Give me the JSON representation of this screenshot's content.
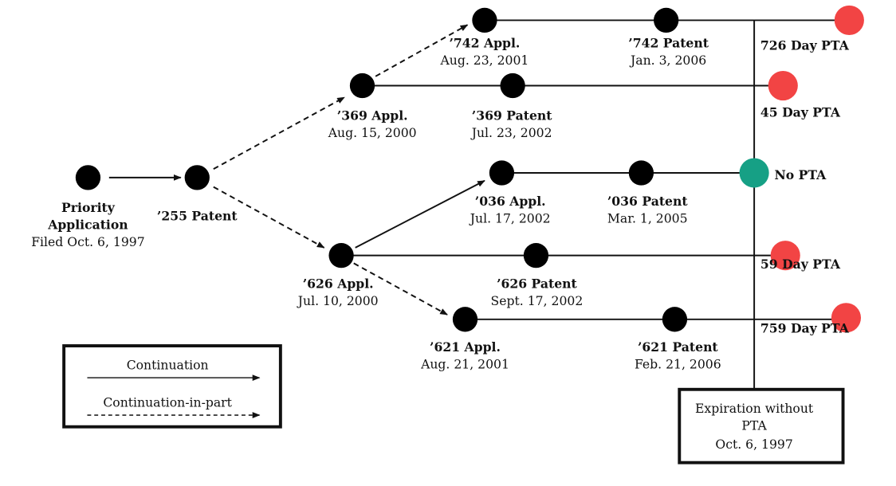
{
  "colors": {
    "node": "#000000",
    "pta": "#f24444",
    "no_pta": "#16a085"
  },
  "nodes": {
    "priority": {
      "title1": "Priority",
      "title2": "Application",
      "date": "Filed Oct. 6, 1997"
    },
    "p255": {
      "title": "’255 Patent"
    },
    "a369": {
      "title": "’369 Appl.",
      "date": "Aug. 15, 2000"
    },
    "a742": {
      "title": "’742 Appl.",
      "date": "Aug. 23, 2001"
    },
    "p742": {
      "title": "’742 Patent",
      "date": "Jan. 3, 2006"
    },
    "p369": {
      "title": "’369 Patent",
      "date": "Jul. 23, 2002"
    },
    "a036": {
      "title": "’036 Appl.",
      "date": "Jul. 17, 2002"
    },
    "p036": {
      "title": "’036 Patent",
      "date": "Mar. 1, 2005"
    },
    "a626": {
      "title": "’626 Appl.",
      "date": "Jul. 10, 2000"
    },
    "p626": {
      "title": "’626 Patent",
      "date": "Sept. 17, 2002"
    },
    "a621": {
      "title": "’621 Appl.",
      "date": "Aug. 21, 2001"
    },
    "p621": {
      "title": "’621 Patent",
      "date": "Feb. 21, 2006"
    }
  },
  "pta": {
    "p742": "726 Day PTA",
    "p369": "45 Day PTA",
    "p036": "No PTA",
    "p626": "59 Day PTA",
    "p621": "759 Day PTA"
  },
  "expiration": {
    "line1": "Expiration without",
    "line2": "PTA",
    "line3": "Oct. 6, 1997"
  },
  "legend": {
    "continuation": "Continuation",
    "cip": "Continuation-in-part"
  }
}
